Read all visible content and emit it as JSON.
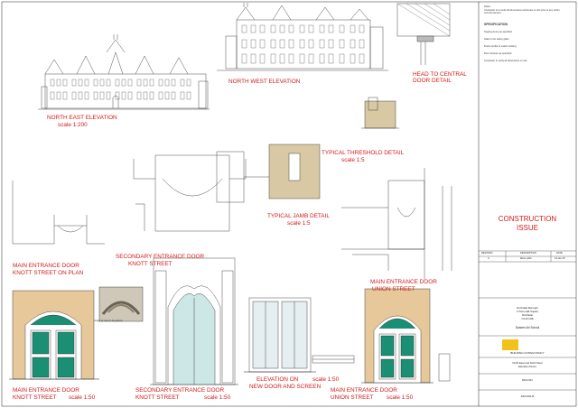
{
  "views": {
    "north_east": {
      "title": "NORTH EAST ELEVATION",
      "scale": "scale 1:200"
    },
    "north_west": {
      "title": "NORTH WEST ELEVATION"
    },
    "head_detail": {
      "title": "HEAD TO CENTRAL DOOR DETAIL"
    },
    "threshold": {
      "title": "TYPICAL THRESHOLD DETAIL",
      "scale": "scale 1:5"
    },
    "jamb": {
      "title": "TYPICAL JAMB DETAIL",
      "scale": "scale 1:5"
    },
    "knott_plan": {
      "title_1": "MAIN ENTRANCE DOOR",
      "title_2": "KNOTT STREET ON PLAN"
    },
    "secondary_plan": {
      "title_1": "SECONDARY ENTRANCE DOOR",
      "title_2": "KNOTT STREET"
    },
    "union_plan": {
      "title_1": "MAIN ENTRANCE DOOR",
      "title_2": "UNION STREET"
    },
    "knott_elev": {
      "title_1": "MAIN ENTRANCE DOOR",
      "title_2": "KNOTT STREET",
      "scale": "scale 1:50"
    },
    "secondary_elev": {
      "title_1": "SECONDARY ENTRANCE DOOR",
      "title_2": "KNOTT STREET",
      "scale": "scale 1:50"
    },
    "new_door": {
      "title_1": "ELEVATION ON",
      "title_2": "NEW DOOR AND SCREEN",
      "scale": "scale 1:50"
    },
    "union_elev": {
      "title_1": "MAIN ENTRANCE DOOR",
      "title_2": "UNION STREET",
      "scale": "scale 1:50"
    }
  },
  "notes": {
    "heading": "SPECIFICATION",
    "intro_1": "Notes:",
    "intro_2": "Contractor is to verify all dimensions and levels on site prior to any works commencement.",
    "spec_1": "Supply joinery as specified",
    "spec_2": "Glass to be safety glass",
    "spec_3": "Frame profile to match existing",
    "spec_4": "Door furniture as specified",
    "spec_5": "Contractor to verify all dimensions on site"
  },
  "construction_issue": {
    "line_1": "CONSTRUCTION",
    "line_2": "ISSUE"
  },
  "title_block": {
    "rev_headers": [
      "REVISION",
      "DESCRIPTION",
      "DATE"
    ],
    "rev_row": [
      "A",
      "Minor edits",
      "01 Jan 15"
    ],
    "client_1": "Rochdale Borough",
    "client_2": "2 Town Hall Square",
    "client_3": "Rochdale",
    "client_4": "OL16 1AB",
    "project": "Darwen Art School",
    "firm": "BUILDING CONSULTANCY",
    "drawing_1": "North East and North West",
    "drawing_2": "Elevation Doors",
    "number": "DD/1/401",
    "sheet_ref": "DD/1/401-B"
  },
  "image_note": "Image of crest to be glazed"
}
